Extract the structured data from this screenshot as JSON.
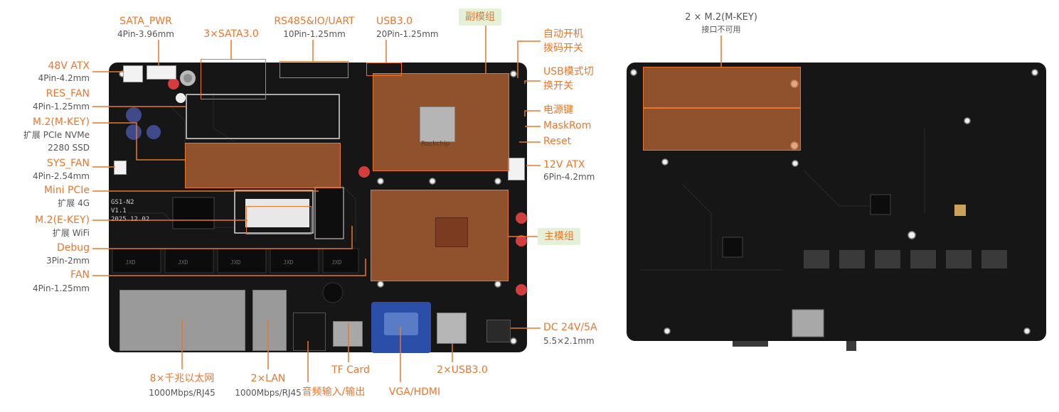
{
  "colors": {
    "accent": "#e8772e",
    "board": "#161616",
    "tag_bg": "#e4f1d8",
    "copper": "#c8784a"
  },
  "labels": {
    "sata_pwr": {
      "title": "SATA_PWR",
      "spec": "4Pin-3.96mm"
    },
    "sata3": {
      "title": "3×SATA3.0"
    },
    "rs485": {
      "title": "RS485&IO/UART",
      "spec": "10Pin-1.25mm"
    },
    "usb3_hdr": {
      "title": "USB3.0",
      "spec": "20Pin-1.25mm"
    },
    "sub_module": {
      "title": "副模组"
    },
    "auto_power": {
      "line1": "自动开机",
      "line2": "拨码开关"
    },
    "usb_mode": {
      "line1": "USB模式切",
      "line2": "换开关"
    },
    "power_key": {
      "title": "电源键"
    },
    "maskrom": {
      "title": "MaskRom"
    },
    "reset": {
      "title": "Reset"
    },
    "atx12v": {
      "title": "12V ATX",
      "spec": "6Pin-4.2mm"
    },
    "main_module": {
      "title": "主模组"
    },
    "dc_in": {
      "title": "DC 24V/5A",
      "spec": "5.5×2.1mm"
    },
    "usb3x2": {
      "title": "2×USB3.0"
    },
    "vga_hdmi": {
      "title": "VGA/HDMI"
    },
    "tf_card": {
      "title": "TF Card"
    },
    "audio": {
      "title": "音频输入/输出"
    },
    "lan2": {
      "title": "2×LAN",
      "spec": "1000Mbps/RJ45"
    },
    "lan8": {
      "title": "8×千兆以太网",
      "spec": "1000Mbps/RJ45"
    },
    "atx48v": {
      "title": "48V ATX",
      "spec": "4Pin-4.2mm"
    },
    "res_fan": {
      "title": "RES_FAN",
      "spec": "4Pin-1.25mm"
    },
    "m2_mkey": {
      "title": "M.2(M-KEY)",
      "spec1": "扩展 PCIe NVMe",
      "spec2": "2280 SSD"
    },
    "sys_fan": {
      "title": "SYS_FAN",
      "spec": "4Pin-2.54mm"
    },
    "mini_pcie": {
      "title": "Mini PCIe",
      "spec": "扩展 4G"
    },
    "m2_ekey": {
      "title": "M.2(E-KEY)",
      "spec": "扩展 WiFi"
    },
    "debug": {
      "title": "Debug",
      "spec": "3Pin-2mm"
    },
    "fan": {
      "title": "FAN",
      "spec": "4Pin-1.25mm"
    },
    "back_m2": {
      "title": "2 × M.2(M-KEY)",
      "spec": "接口不可用"
    }
  },
  "silkscreen": {
    "model": "GS1-N2",
    "version": "V1.1",
    "date": "2025.12.02",
    "soc_brand": "Rockchip"
  }
}
